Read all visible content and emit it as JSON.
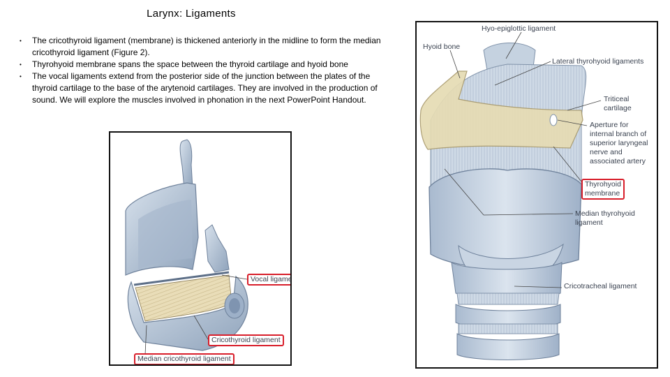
{
  "slide": {
    "title": "Larynx: Ligaments",
    "bullets": [
      "The cricothyroid ligament (membrane) is thickened anteriorly in the midline to form the median cricothyroid ligament (Figure 2).",
      "Thyrohyoid membrane spans the space between the thyroid cartilage and hyoid bone",
      "The vocal ligaments extend from the posterior side of the junction between the plates of the thyroid cartilage to the base of the arytenoid cartilages. They are involved in the production of sound. We will explore the muscles involved in phonation in the next PowerPoint Handout."
    ]
  },
  "figure1": {
    "labels": {
      "vocal_ligament": "Vocal ligament",
      "cricothyroid_ligament": "Cricothyroid ligament",
      "median_cricothyroid_ligament": "Median cricothyroid ligament"
    }
  },
  "figure2": {
    "labels": {
      "hyo_epiglottic": "Hyo-epiglottic ligament",
      "hyoid_bone": "Hyoid bone",
      "lateral_thyrohyoid": "Lateral thyrohyoid ligaments",
      "triticeal": "Triticeal\ncartilage",
      "aperture": "Aperture for\ninternal branch of\nsuperior laryngeal\nnerve and\nassociated artery",
      "thyrohyoid_membrane": "Thyrohyoid\nmembrane",
      "median_thyrohyoid": "Median thyrohyoid\nligament",
      "cricotracheal": "Cricotracheal ligament"
    }
  },
  "colors": {
    "highlight_box": "#d81e2a",
    "cartilage": "#b9c7d8",
    "hyoid": "#e6dcb4"
  }
}
